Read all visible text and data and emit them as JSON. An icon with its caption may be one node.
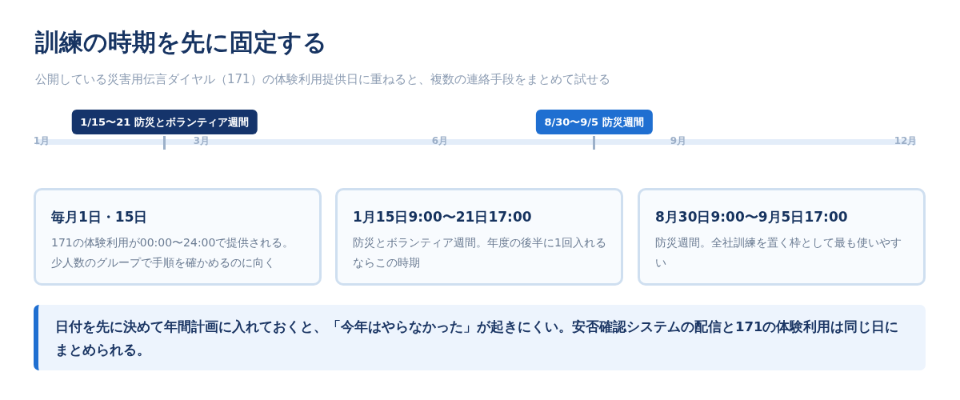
{
  "diagram": {
    "title": "訓練の時期を先に固定する",
    "nodes": [
      {
        "text": [
          "1/15〜21 防災とボランティア週間"
        ]
      },
      {
        "text": [
          "8/30〜9/5 防災週間"
        ]
      },
      {
        "text": [
          "毎月1日・15日",
          "171の体験利用が00:00〜24:00で提供される。少人数のグループで手順を確かめるのに向く"
        ]
      },
      {
        "text": [
          "1月15日9:00〜21日17:00",
          "防災とボランティア週間。年度の後半に1回入れるならこの時期"
        ]
      },
      {
        "text": [
          "8月30日9:00〜9月5日17:00",
          "防災週間。全社訓練を置く枠として最も使いやすい"
        ]
      },
      {
        "text": [
          "日付を先に決めて年間計画に入れておくと、「今年はやらなかった」が起きにくい。安否確認システムの配信と171の体験利用は同じ日にまとめられる。"
        ]
      }
    ],
    "labels": [
      "公開している災害用伝言ダイヤル（171）の体験利用提供日に重ねると、複数の連絡手段をまとめて試せる",
      "1月",
      "3月",
      "6月",
      "9月",
      "12月"
    ]
  }
}
